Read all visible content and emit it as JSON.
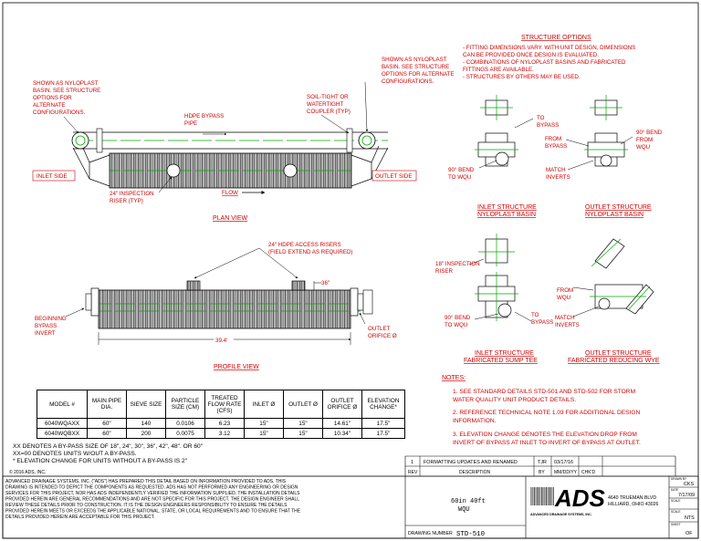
{
  "structure_options": {
    "title": "STRUCTURE OPTIONS",
    "lines": [
      "- FITTING DIMENSIONS VARY. WITH UNIT DESIGN, DIMENSIONS",
      "  CAN BE PROVIDED ONCE DESIGN IS EVALUATED.",
      "- COMBINATIONS OF NYLOPLAST BASINS AND FABRICATED",
      "  FITTINGS ARE AVAILABLE.",
      "- STRUCTURES BY OTHERS MAY BE USED."
    ]
  },
  "plan_view": {
    "title": "PLAN VIEW",
    "left_note": [
      "SHOWN AS NYLOPLAST",
      "BASIN. SEE STRUCTURE",
      "OPTIONS FOR",
      "ALTERNATE",
      "CONFIGURATIONS."
    ],
    "right_note": [
      "SHOWN AS NYLOPLAST",
      "BASIN. SEE STRUCTURE",
      "OPTIONS FOR ALTERNATE",
      "CONFIGURATIONS."
    ],
    "hdpe_bypass": [
      "HDPE BYPASS",
      "PIPE"
    ],
    "coupler": [
      "SOIL-TIGHT OR",
      "WATERTIGHT",
      "COUPLER (TYP)"
    ],
    "inlet_side": "INLET SIDE",
    "outlet_side": "OUTLET SIDE",
    "inspection_riser": [
      "24\" INSPECTION",
      "RISER (TYP)"
    ],
    "flow": "FLOW"
  },
  "profile_view": {
    "title": "PROFILE VIEW",
    "access_risers": [
      "24\" HDPE ACCESS RISERS",
      "(FIELD EXTEND AS REQUIRED)"
    ],
    "dim_36": "36\"",
    "dim_length": "39.4'",
    "beginning": [
      "BEGINNING",
      "BYPASS",
      "INVERT"
    ],
    "outlet_orifice": [
      "OUTLET",
      "ORIFICE Ø"
    ]
  },
  "details": {
    "to_bypass": [
      "TO",
      "BYPASS"
    ],
    "from_bypass": [
      "FROM",
      "BYPASS"
    ],
    "bend_wqu": [
      "90° BEND",
      "TO WQU"
    ],
    "bend_from_wqu": [
      "90° BEND",
      "FROM",
      "WQU"
    ],
    "match_inverts": [
      "MATCH",
      "INVERTS"
    ],
    "inlet_nyloplast": [
      "INLET STRUCTURE",
      "NYLOPLAST BASIN"
    ],
    "outlet_nyloplast": [
      "OUTLET STRUCTURE",
      "NYLOPLAST BASIN"
    ],
    "inspection_18": [
      "18\" INSPECTION",
      "RISER"
    ],
    "from_wqu": [
      "FROM",
      "WQU"
    ],
    "inlet_fab": [
      "INLET STRUCTURE",
      "FABRICATED SUMP TEE"
    ],
    "outlet_fab": [
      "OUTLET STRUCTURE",
      "FABRICATED REDUCING WYE"
    ]
  },
  "notes": {
    "title": "NOTES:",
    "items": [
      [
        "1. SEE STANDARD DETAILS STD-501 AND STD-502 FOR STORM",
        "    WATER QUALITY UNIT PRODUCT DETAILS."
      ],
      [
        "2. REFERENCE TECHNICAL NOTE 1.03 FOR ADDITIONAL DESIGN",
        "    INFORMATION."
      ],
      [
        "3. ELEVATION CHANGE DENOTES THE ELEVATION DROP FROM",
        "    INVERT OF BYPASS AT INLET TO INVERT OF BYPASS AT OUTLET."
      ]
    ]
  },
  "table": {
    "headers": [
      "MODEL #",
      "MAIN PIPE DIA.",
      "SIEVE SIZE",
      "PARTICLE SIZE (CM)",
      "TREATED FLOW RATE (CFS)",
      "INLET Ø",
      "OUTLET Ø",
      "OUTLET ORIFICE Ø",
      "ELEVATION CHANGE*"
    ],
    "rows": [
      [
        "6040WQAXX",
        "60\"",
        "140",
        "0.0106",
        "6.23",
        "15\"",
        "15\"",
        "14.61\"",
        "17.5\""
      ],
      [
        "6040WQBXX",
        "60\"",
        "200",
        "0.0075",
        "3.12",
        "15\"",
        "15\"",
        "10.34\"",
        "17.5\""
      ]
    ],
    "footnotes": [
      "XX DENOTES A BY-PASS SIZE OF 18\", 24\", 30\", 36\", 42\", 48\". OR 60\"",
      "XX=00 DENOTES UNITS W/OUT A BY-PASS.",
      "* ELEVATION CHANGE FOR UNITS WITHOUT A BY-PASS IS 2\""
    ]
  },
  "title_block": {
    "copyright": "© 2016 ADS, INC.",
    "disclaimer": [
      "ADVANCED DRAINAGE SYSTEMS, INC. (\"ADS\") HAS PREPARED THIS DETAIL BASED ON INFORMATION PROVIDED TO ADS.  THIS",
      "DRAWING IS INTENDED TO DEPICT THE COMPONENTS AS REQUESTED.  ADS HAS NOT PERFORMED ANY ENGINEERING OR DESIGN",
      "SERVICES FOR THIS PROJECT, NOR HAS ADS INDEPENDENTLY VERIFIED THE INFORMATION SUPPLIED.  THE INSTALLATION DETAILS",
      "PROVIDED HEREIN ARE GENERAL RECOMMENDATIONS AND ARE NOT SPECIFIC FOR THIS PROJECT.  THE DESIGN ENGINEER SHALL",
      "REVIEW THESE DETAILS PRIOR TO CONSTRUCTION.  IT IS THE DESIGN ENGINEERS RESPONSIBILITY TO ENSURE THE DETAILS",
      "PROVIDED HEREIN MEETS OR EXCEEDS THE APPLICABLE NATIONAL, STATE, OR LOCAL REQUIREMENTS AND TO ENSURE THAT THE",
      "DETAILS PROVIDED HEREIN ARE ACCEPTABLE FOR THIS PROJECT."
    ],
    "rev": {
      "num": "1",
      "desc": "FORMATTING UPDATES AND RENAMED",
      "by": "TJR",
      "date": "03/17/16"
    },
    "rev_headers": {
      "rev": "REV",
      "desc": "DESCRIPTION",
      "by": "BY",
      "date": "MM/DD/YY",
      "chkd": "CHK'D"
    },
    "drawing_title": [
      "60in 40ft",
      "WQU"
    ],
    "drawing_number_label": "DRAWING NUMBER",
    "drawing_number": "STD-510",
    "logo": "ADS",
    "company": "ADVANCED DRAINAGE SYSTEMS, INC.",
    "address": [
      "4640 TRUEMAN BLVD",
      "HILLIARD, OHIO 43026"
    ],
    "side": [
      {
        "label": "DRAWN BY",
        "value": "CKS"
      },
      {
        "label": "DATE",
        "value": "7/17/09"
      },
      {
        "label": "SCALE",
        "value": ""
      },
      {
        "label": "SCALE",
        "value": "NTS"
      },
      {
        "label": "SHEET",
        "value": "OF"
      }
    ]
  },
  "colors": {
    "red": "#cc0000",
    "green": "#00aa00",
    "line": "#000000"
  }
}
